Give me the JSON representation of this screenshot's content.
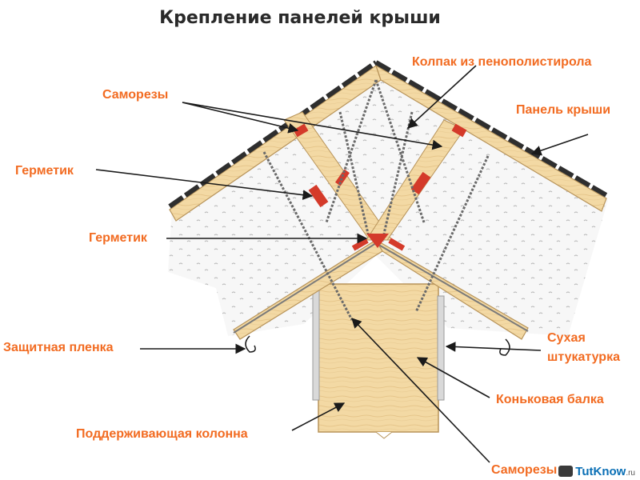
{
  "title": "Крепление панелей крыши",
  "labels": {
    "cap": "Колпак из пенополистирола",
    "screws_top": "Саморезы",
    "roof_panel": "Панель крыши",
    "sealant_1": "Герметик",
    "sealant_2": "Герметик",
    "protective_film": "Защитная пленка",
    "dry_plaster_1": "Сухая",
    "dry_plaster_2": "штукатурка",
    "ridge_beam": "Коньковая балка",
    "support_column": "Поддерживающая колонна",
    "screws_bottom": "Саморезы"
  },
  "watermark": {
    "brand_a": "Tut",
    "brand_b": "Know",
    "suffix": ".ru"
  },
  "colors": {
    "label": "#f26b21",
    "wood": "#f3d9a4",
    "wood_edge": "#b8945a",
    "sealant": "#d43a2a",
    "foam": "#f4f4f4",
    "shingle": "#333333"
  }
}
